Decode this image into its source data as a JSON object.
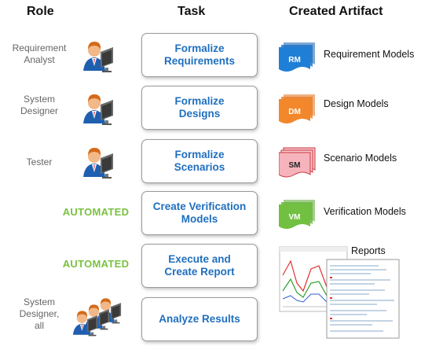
{
  "headers": {
    "role": "Role",
    "task": "Task",
    "artifact": "Created Artifact"
  },
  "rows": [
    {
      "role": "Requirement\nAnalyst",
      "task": "Formalize\nRequirements",
      "artifact_code": "RM",
      "artifact_label": "Requirement Models",
      "color": "#1f7fd6"
    },
    {
      "role": "System\nDesigner",
      "task": "Formalize\nDesigns",
      "artifact_code": "DM",
      "artifact_label": "Design Models",
      "color": "#f2872b"
    },
    {
      "role": "Tester",
      "task": "Formalize\nScenarios",
      "artifact_code": "SM",
      "artifact_label": "Scenario Models",
      "color": "#f7b3bb"
    },
    {
      "role": "AUTOMATED",
      "task": "Create Verification\nModels",
      "artifact_code": "VM",
      "artifact_label": "Verification Models",
      "color": "#72c041"
    },
    {
      "role": "AUTOMATED",
      "task": "Execute and\nCreate Report",
      "artifact_label": "Reports"
    },
    {
      "role": "System\nDesigner,\nall",
      "task": "Analyze Results"
    }
  ],
  "colors": {
    "task_text": "#1f6fbf",
    "automated": "#7ac142"
  },
  "icons": [
    "person-at-computer-icon",
    "document-stack-icon",
    "report-thumbnail-icon"
  ]
}
